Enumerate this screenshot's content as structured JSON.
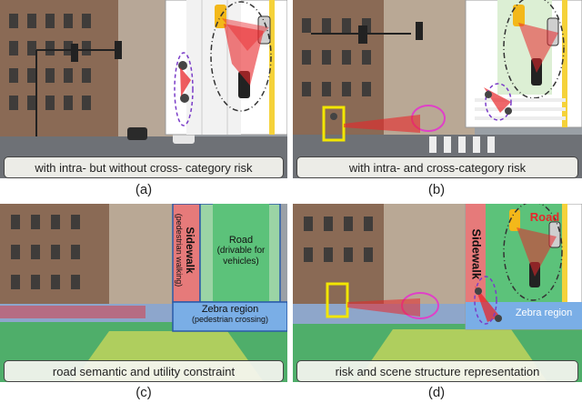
{
  "panels": [
    {
      "id": "a",
      "caption": "with intra- but without cross- category risk",
      "label": "(a)"
    },
    {
      "id": "b",
      "caption": "with intra- and cross-category risk",
      "label": "(b)"
    },
    {
      "id": "c",
      "caption": "road semantic and utility constraint",
      "label": "(c)",
      "overlays": {
        "sidewalk_title": "Sidewalk",
        "sidewalk_sub": "(pedestrian walking)",
        "road_title": "Road",
        "road_sub": "(drivable for vehicles)",
        "zebra_title": "Zebra region",
        "zebra_sub": "(pedestrian crossing)"
      }
    },
    {
      "id": "d",
      "caption": "risk and scene structure representation",
      "label": "(d)",
      "overlays": {
        "sidewalk_title": "Sidewalk",
        "road_title": "Road",
        "zebra_title": "Zebra region"
      }
    }
  ],
  "colors": {
    "risk_red": "#e8262a",
    "pedestrian_box": "#f2e600",
    "vehicle_ellipse": "#e040c8",
    "sidewalk_fill": "#e67a7a",
    "road_fill": "#5cc27a",
    "zebra_fill": "#7aaee6"
  }
}
